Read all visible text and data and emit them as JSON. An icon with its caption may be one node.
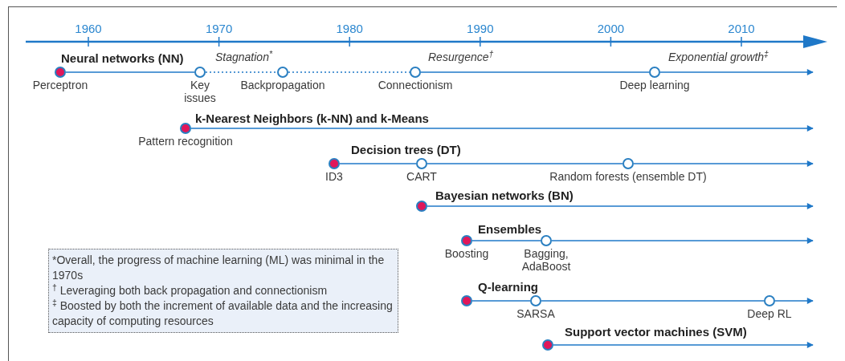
{
  "diagram": {
    "nodes": [
      {
        "text": [],
        "shape": "circle",
        "beside": [
          "Perceptron"
        ]
      },
      {
        "text": [],
        "shape": "circle",
        "beside": [
          "Key issues"
        ]
      },
      {
        "text": [],
        "shape": "circle",
        "beside": [
          "Backpropagation"
        ]
      },
      {
        "text": [],
        "shape": "circle",
        "beside": [
          "Connectionism"
        ]
      },
      {
        "text": [],
        "shape": "circle",
        "beside": [
          "Deep learning"
        ]
      },
      {
        "text": [],
        "shape": "circle",
        "beside": [
          "Pattern recognition"
        ]
      },
      {
        "text": [],
        "shape": "circle",
        "beside": [
          "ID3"
        ]
      },
      {
        "text": [],
        "shape": "circle",
        "beside": [
          "CART"
        ]
      },
      {
        "text": [],
        "shape": "circle",
        "beside": [
          "Random forests (ensemble DT)"
        ]
      },
      {
        "text": [],
        "shape": "circle"
      },
      {
        "text": [],
        "shape": "circle",
        "beside": [
          "Boosting"
        ]
      },
      {
        "text": [],
        "shape": "circle",
        "beside": [
          "Bagging, AdaBoost"
        ]
      },
      {
        "text": [],
        "shape": "circle"
      },
      {
        "text": [],
        "shape": "circle",
        "beside": [
          "SARSA"
        ]
      },
      {
        "text": [],
        "shape": "circle",
        "beside": [
          "Deep RL"
        ]
      },
      {
        "text": [],
        "shape": "circle"
      },
      {
        "text": [
          "*Overall, the progress of machine learning (ML) was minimal in the 1970s",
          "$^{†}$ Leveraging both back propagation and connectionism",
          "$^{‡}$ Boosted by both the increment of available data and the increasing capacity of computing resources"
        ]
      }
    ],
    "edges": [
      {
        "from": 0,
        "to": 1,
        "arrow": "none"
      },
      {
        "from": 1,
        "to": 2,
        "arrow": "none",
        "style": "dashed"
      },
      {
        "from": 2,
        "to": 3,
        "arrow": "none",
        "style": "dashed"
      },
      {
        "from": 3,
        "to": 4,
        "arrow": "none"
      },
      {
        "from": 4,
        "to": null,
        "arrow": "to"
      },
      {
        "from": 5,
        "to": null,
        "arrow": "to"
      },
      {
        "from": 6,
        "to": 7,
        "arrow": "none"
      },
      {
        "from": 7,
        "to": 8,
        "arrow": "none"
      },
      {
        "from": 8,
        "to": null,
        "arrow": "to"
      },
      {
        "from": 9,
        "to": null,
        "arrow": "to"
      },
      {
        "from": 10,
        "to": 11,
        "arrow": "none"
      },
      {
        "from": 11,
        "to": null,
        "arrow": "to"
      },
      {
        "from": 12,
        "to": 13,
        "arrow": "none"
      },
      {
        "from": 13,
        "to": 14,
        "arrow": "none"
      },
      {
        "from": 14,
        "to": null,
        "arrow": "to"
      },
      {
        "from": 15,
        "to": null,
        "arrow": "to"
      }
    ],
    "labels": [
      "1960",
      "1970",
      "1980",
      "1990",
      "2000",
      "2010",
      "Neural networks (NN)",
      "Stagnation$^{*}$",
      "Resurgence$^{†}$",
      "Exponential growth$^{‡}$",
      "k-Nearest Neighbors (k-NN) and k-Means",
      "Decision trees (DT)",
      "Bayesian networks (BN)",
      "Ensembles",
      "Q-learning",
      "Support vector machines (SVM)"
    ]
  }
}
